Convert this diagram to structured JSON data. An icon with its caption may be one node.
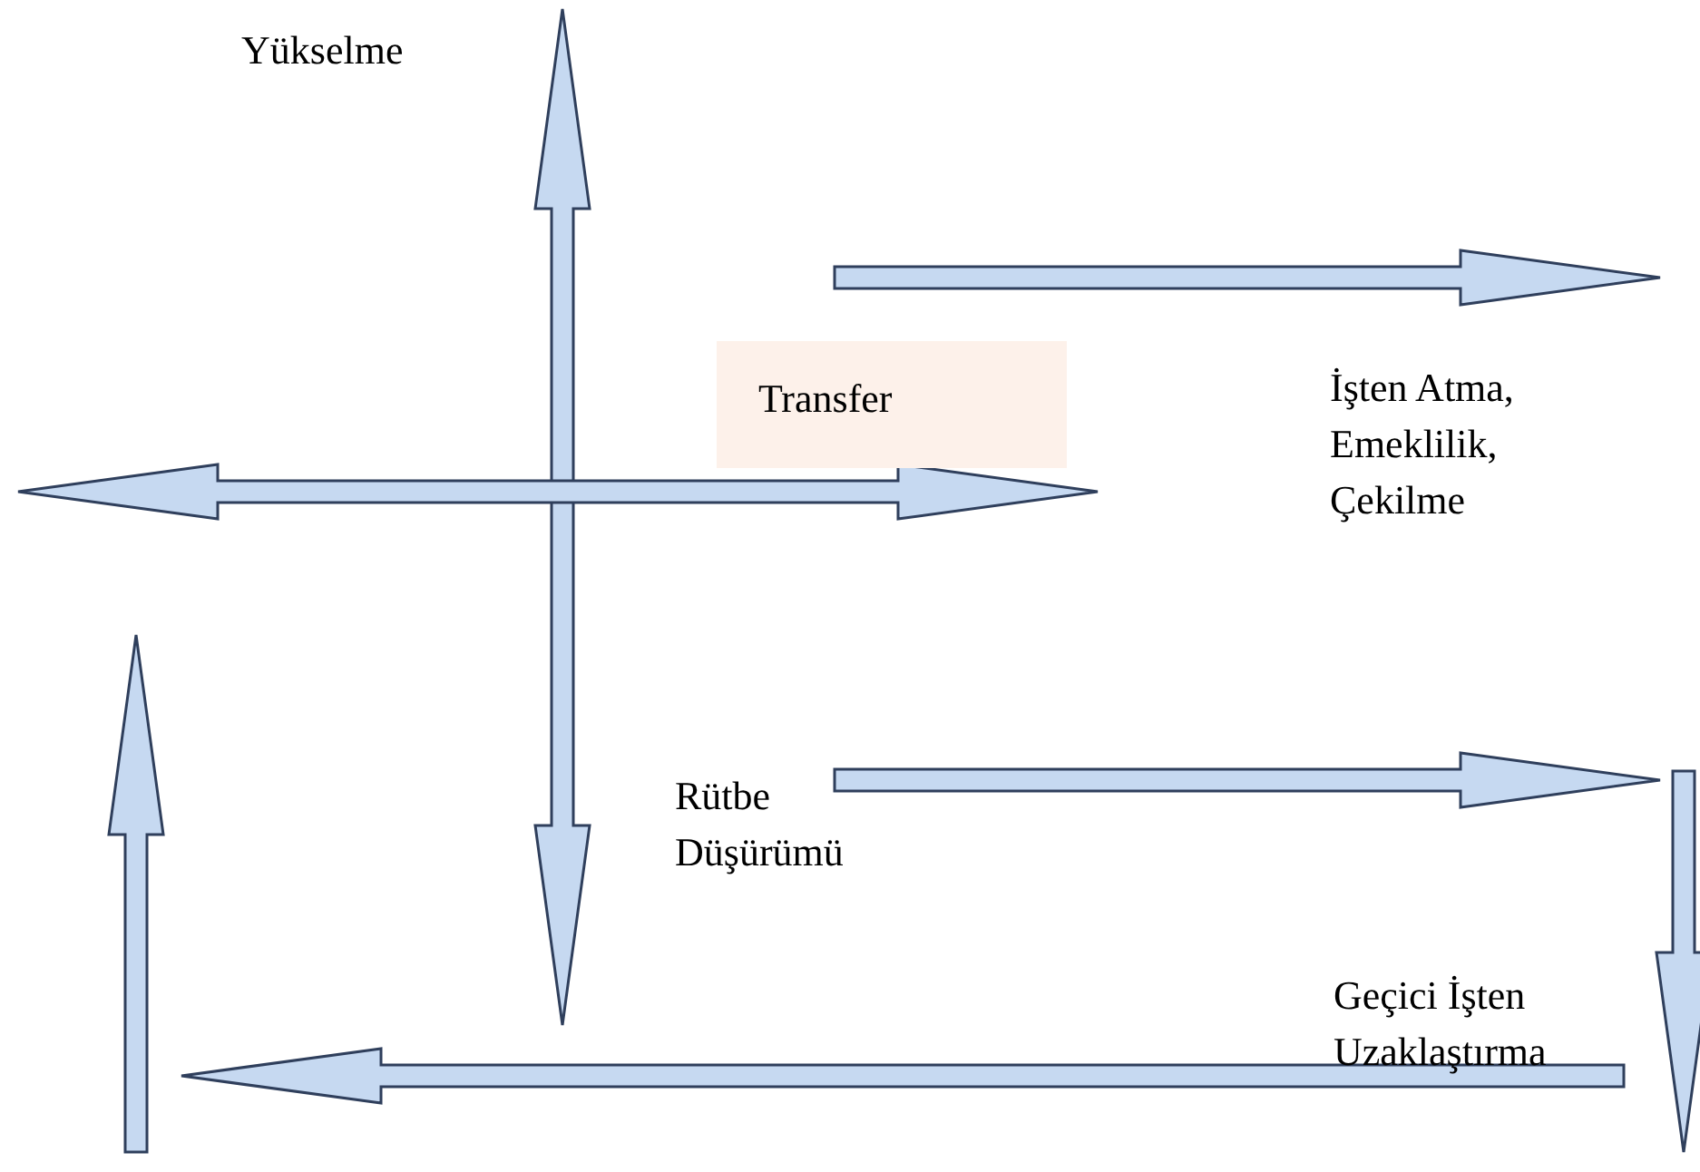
{
  "diagram": {
    "nodes": [
      {
        "text": [
          "Transfer"
        ]
      }
    ],
    "labels": [
      "Yükselme",
      "İşten Atma, Emeklilik, Çekilme",
      "Rütbe Düşürümü",
      "Geçici İşten Uzaklaştırma"
    ]
  }
}
